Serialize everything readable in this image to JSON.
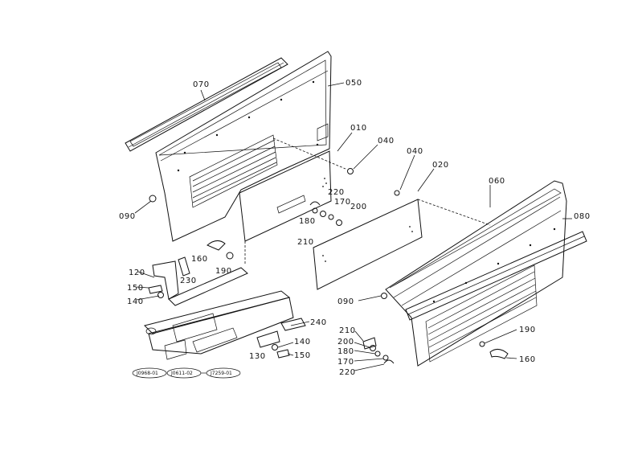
{
  "labels": {
    "p070": "070",
    "p050": "050",
    "p010": "010",
    "p040a": "040",
    "p040b": "040",
    "p020": "020",
    "p060": "060",
    "p080": "080",
    "p090a": "090",
    "p090b": "090",
    "p220a": "220",
    "p170a": "170",
    "p200a": "200",
    "p180a": "180",
    "p210a": "210",
    "p160a": "160",
    "p190a": "190",
    "p120": "120",
    "p230": "230",
    "p150a": "150",
    "p140a": "140",
    "p240": "240",
    "p140b": "140",
    "p130": "130",
    "p150b": "150",
    "p210b": "210",
    "p200b": "200",
    "p180b": "180",
    "p170b": "170",
    "p220b": "220",
    "p190b": "190",
    "p160b": "160"
  },
  "reference_codes": [
    "J0968-01",
    "J0611-02",
    "J7259-01"
  ]
}
